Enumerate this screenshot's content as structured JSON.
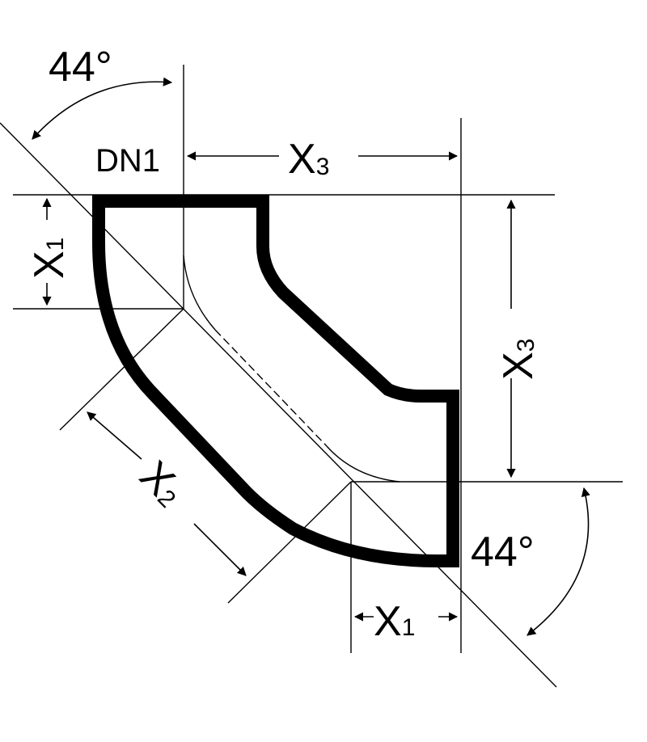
{
  "labels": {
    "angle_top": "44°",
    "angle_bottom": "44°",
    "nominal_diameter": "DN1",
    "x3_horizontal": {
      "letter": "X",
      "index": "3"
    },
    "x3_vertical": {
      "letter": "X",
      "index": "3"
    },
    "x1_left": {
      "letter": "X",
      "index": "1"
    },
    "x1_bottom": {
      "letter": "X",
      "index": "1"
    },
    "x2_diagonal": {
      "letter": "X",
      "index": "2"
    }
  }
}
